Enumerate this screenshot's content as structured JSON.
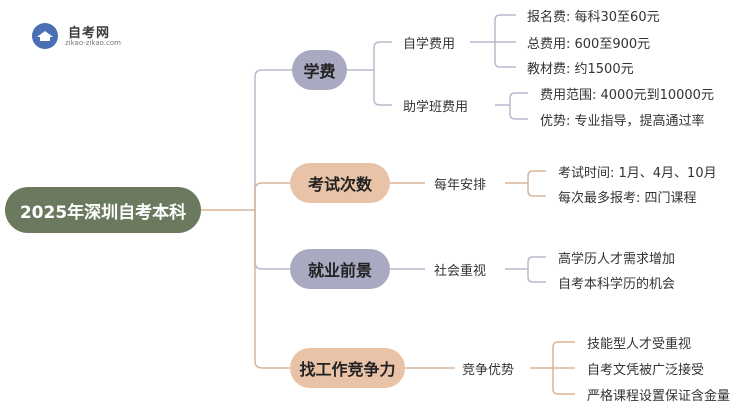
{
  "logo": {
    "title": "自考网",
    "url": "zikao-zikao.com",
    "icon": "graduation-cap-icon"
  },
  "root": {
    "label": "2025年深圳自考本科"
  },
  "branches": [
    {
      "label": "学费",
      "subs": [
        {
          "label": "自学费用",
          "leaves": [
            "报名费: 每科30至60元",
            "总费用: 600至900元",
            "教材费: 约1500元"
          ]
        },
        {
          "label": "助学班费用",
          "leaves": [
            "费用范围: 4000元到10000元",
            "优势: 专业指导，提高通过率"
          ]
        }
      ]
    },
    {
      "label": "考试次数",
      "subs": [
        {
          "label": "每年安排",
          "leaves": [
            "考试时间: 1月、4月、10月",
            "每次最多报考: 四门课程"
          ]
        }
      ]
    },
    {
      "label": "就业前景",
      "subs": [
        {
          "label": "社会重视",
          "leaves": [
            "高学历人才需求增加",
            "自考本科学历的机会"
          ]
        }
      ]
    },
    {
      "label": "找工作竞争力",
      "subs": [
        {
          "label": "竞争优势",
          "leaves": [
            "技能型人才受重视",
            "自考文凭被广泛接受",
            "严格课程设置保证含金量"
          ]
        }
      ]
    }
  ],
  "colors": {
    "root_fill": "#6b7a5f",
    "branch_fills": [
      "#a9a9c2",
      "#e8c3a7",
      "#a9a9c2",
      "#e8c3a7"
    ],
    "connector_root": "#d8b59a",
    "connector_branch": "#b9b9cf"
  }
}
